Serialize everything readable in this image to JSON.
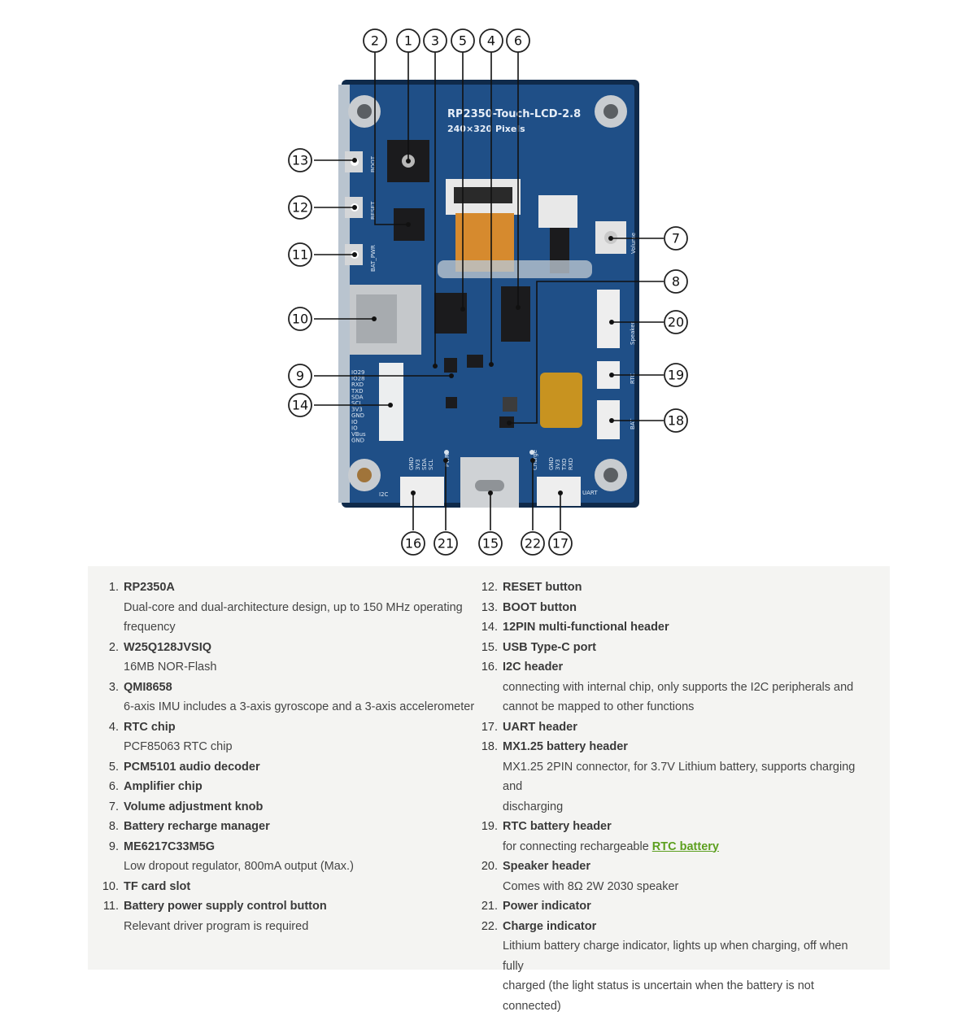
{
  "board": {
    "name": "RP2350-Touch-LCD-2.8",
    "resolution": "240×320 Pixels",
    "side_labels": {
      "boot": "BOOT",
      "reset": "RESET",
      "bat_pwr": "BAT_PWR",
      "volume": "Volume",
      "speaker": "Speaker",
      "rtc": "RTC",
      "bat": "BAT",
      "i2c": "I2C",
      "uart": "UART",
      "charge": "Charge",
      "pwr": "PWR"
    },
    "pins_left": [
      "IO29",
      "IO28",
      "RXD",
      "TXD",
      "SDA",
      "SCL",
      "3V3",
      "GND",
      "IO",
      "IO",
      "VBus",
      "GND"
    ],
    "pins_i2c": [
      "GND",
      "3V3",
      "SDA",
      "SCL"
    ],
    "pins_uart": [
      "GND",
      "3V3",
      "TXD",
      "RXD"
    ]
  },
  "callouts": [
    "1",
    "2",
    "3",
    "4",
    "5",
    "6",
    "7",
    "8",
    "9",
    "10",
    "11",
    "12",
    "13",
    "14",
    "15",
    "16",
    "17",
    "18",
    "19",
    "20",
    "21",
    "22"
  ],
  "legend": {
    "left": [
      {
        "n": "1.",
        "title": "RP2350A",
        "desc": [
          "Dual-core and dual-architecture design, up to 150 MHz operating",
          "frequency"
        ]
      },
      {
        "n": "2.",
        "title": "W25Q128JVSIQ",
        "desc": [
          "16MB NOR-Flash"
        ]
      },
      {
        "n": "3.",
        "title": "QMI8658",
        "desc": [
          "6-axis IMU includes a 3-axis gyroscope and a 3-axis accelerometer"
        ]
      },
      {
        "n": "4.",
        "title": "RTC chip",
        "desc": [
          "PCF85063 RTC chip"
        ]
      },
      {
        "n": "5.",
        "title": "PCM5101 audio decoder",
        "desc": []
      },
      {
        "n": "6.",
        "title": "Amplifier chip",
        "desc": []
      },
      {
        "n": "7.",
        "title": "Volume adjustment knob",
        "desc": []
      },
      {
        "n": "8.",
        "title": "Battery recharge manager",
        "desc": []
      },
      {
        "n": "9.",
        "title": "ME6217C33M5G",
        "desc": [
          "Low dropout regulator, 800mA output (Max.)"
        ]
      },
      {
        "n": "10.",
        "title": "TF card slot",
        "desc": []
      },
      {
        "n": "11.",
        "title": "Battery power supply control button",
        "desc": [
          "Relevant driver program is required"
        ]
      }
    ],
    "right": [
      {
        "n": "12.",
        "title": "RESET button",
        "desc": []
      },
      {
        "n": "13.",
        "title": "BOOT button",
        "desc": []
      },
      {
        "n": "14.",
        "title": "12PIN multi-functional header",
        "desc": []
      },
      {
        "n": "15.",
        "title": "USB Type-C port",
        "desc": []
      },
      {
        "n": "16.",
        "title": "I2C header",
        "desc": [
          "connecting with internal chip, only supports the I2C peripherals and",
          "cannot be mapped to other functions"
        ]
      },
      {
        "n": "17.",
        "title": "UART header",
        "desc": []
      },
      {
        "n": "18.",
        "title": "MX1.25 battery header",
        "desc": [
          "MX1.25 2PIN connector, for 3.7V Lithium battery, supports charging and",
          "discharging"
        ]
      },
      {
        "n": "19.",
        "title": "RTC battery header",
        "desc": [
          "for connecting rechargeable "
        ],
        "link": "RTC battery"
      },
      {
        "n": "20.",
        "title": "Speaker header",
        "desc": [
          "Comes with 8Ω 2W 2030 speaker"
        ]
      },
      {
        "n": "21.",
        "title": "Power indicator",
        "desc": []
      },
      {
        "n": "22.",
        "title": "Charge indicator",
        "desc": [
          "Lithium battery charge indicator, lights up when charging, off when fully",
          "charged (the light status is uncertain when the battery is not connected)"
        ]
      }
    ]
  },
  "colors": {
    "pcb": "#1f4f87",
    "pcb_dark": "#163d6b",
    "legend_bg": "#f4f4f2",
    "link": "#5c9f1f"
  }
}
